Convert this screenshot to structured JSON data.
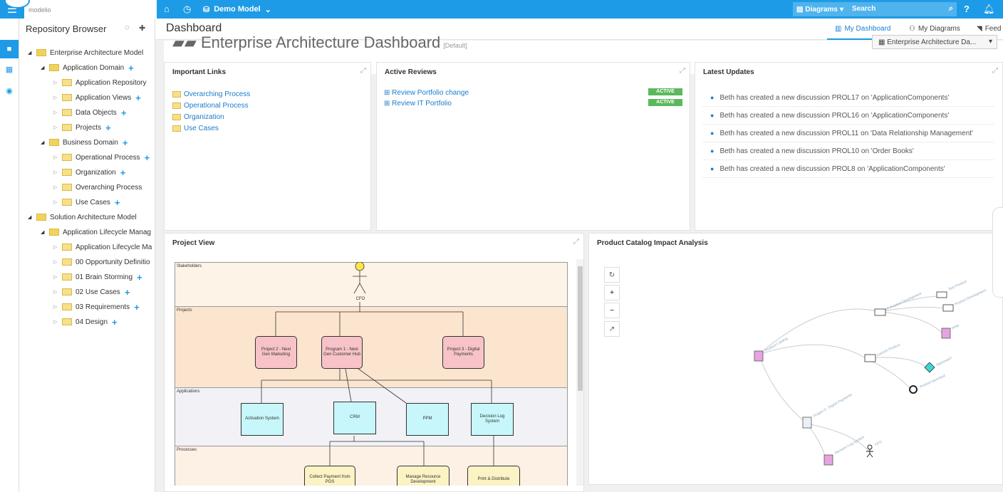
{
  "topbar": {
    "logo_text": "modelio",
    "model_name": "Demo Model",
    "diagrams_label": "Diagrams",
    "search_placeholder": "Search"
  },
  "repository": {
    "title": "Repository Browser",
    "nodes": [
      {
        "label": "Enterprise Architecture Model",
        "level": 0,
        "open": true,
        "plus": false
      },
      {
        "label": "Application Domain",
        "level": 1,
        "open": true,
        "plus": true
      },
      {
        "label": "Application Repository",
        "level": 2,
        "open": false,
        "plus": false
      },
      {
        "label": "Application Views",
        "level": 2,
        "open": false,
        "plus": true
      },
      {
        "label": "Data Objects",
        "level": 2,
        "open": false,
        "plus": true
      },
      {
        "label": "Projects",
        "level": 2,
        "open": false,
        "plus": true
      },
      {
        "label": "Business Domain",
        "level": 1,
        "open": true,
        "plus": true
      },
      {
        "label": "Operational Process",
        "level": 2,
        "open": false,
        "plus": true
      },
      {
        "label": "Organization",
        "level": 2,
        "open": false,
        "plus": true
      },
      {
        "label": "Overarching Process",
        "level": 2,
        "open": false,
        "plus": false
      },
      {
        "label": "Use Cases",
        "level": 2,
        "open": false,
        "plus": true
      },
      {
        "label": "Solution Architecture Model",
        "level": 0,
        "open": true,
        "plus": false
      },
      {
        "label": "Application Lifecycle Manag",
        "level": 1,
        "open": true,
        "plus": false
      },
      {
        "label": "Application Lifecycle Ma",
        "level": 2,
        "open": false,
        "plus": false
      },
      {
        "label": "00 Opportunity Definitio",
        "level": 2,
        "open": false,
        "plus": false
      },
      {
        "label": "01 Brain Storming",
        "level": 2,
        "open": false,
        "plus": true
      },
      {
        "label": "02 Use Cases",
        "level": 2,
        "open": false,
        "plus": true
      },
      {
        "label": "03 Requirements",
        "level": 2,
        "open": false,
        "plus": true
      },
      {
        "label": "04 Design",
        "level": 2,
        "open": false,
        "plus": true
      }
    ]
  },
  "dashboard": {
    "title": "Dashboard",
    "tabs": [
      "My Dashboard",
      "My Diagrams",
      "Feed"
    ],
    "heading": "Enterprise Architecture Dashboard",
    "default_tag": "[Default]",
    "selector": "Enterprise Architecture Da..."
  },
  "important_links": {
    "title": "Important Links",
    "links": [
      "Overarching Process",
      "Operational Process",
      "Organization",
      "Use Cases"
    ]
  },
  "active_reviews": {
    "title": "Active Reviews",
    "items": [
      {
        "label": "Review Portfolio change",
        "status": "ACTIVE"
      },
      {
        "label": "Review IT Portfolio",
        "status": "ACTIVE"
      }
    ]
  },
  "latest_updates": {
    "title": "Latest Updates",
    "items": [
      "Beth has created a new discussion PROL17 on 'ApplicationComponents'",
      "Beth has created a new discussion PROL16 on 'ApplicationComponents'",
      "Beth has created a new discussion PROL11 on 'Data Relationship Management'",
      "Beth has created a new discussion PROL10 on 'Order Books'",
      "Beth has created a new discussion PROL8 on 'ApplicationComponents'"
    ]
  },
  "project_view": {
    "title": "Project View",
    "lanes": [
      "Stakeholders",
      "Projects",
      "Applications",
      "Processes"
    ],
    "actor": "CFO",
    "projects": [
      "Project 2 - Next Gen Marketing",
      "Program 1 - Next Gen Customer Hub",
      "Project 3 - Digital Payments"
    ],
    "applications": [
      "Activation System",
      "CRM",
      "PPM",
      "Decision Log System"
    ],
    "processes": [
      "Collect Payment from POS",
      "Manage Resource Development",
      "Print & Distribute"
    ]
  },
  "impact_analysis": {
    "title": "Product Catalog Impact Analysis",
    "node_labels": [
      "Product Catalog",
      "IT Product Development",
      "Test Product",
      "Product Development",
      "PPM",
      "Launch Product",
      "Approved?",
      "Product launched",
      "Project 3 - Digital Payments",
      "Decision Log System",
      "CFO"
    ]
  }
}
